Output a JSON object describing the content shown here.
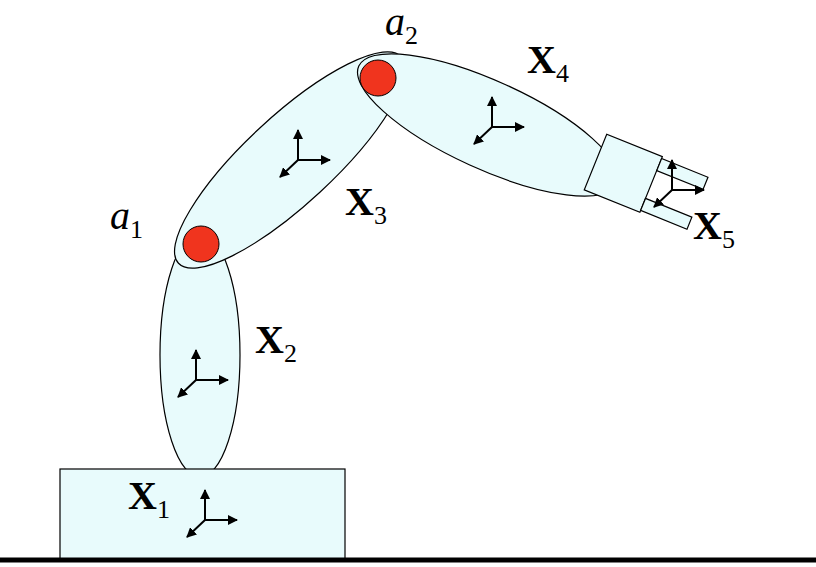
{
  "diagram": {
    "labels": [
      "a2",
      "X4",
      "X3",
      "a1",
      "X2",
      "X1",
      "X5"
    ]
  }
}
